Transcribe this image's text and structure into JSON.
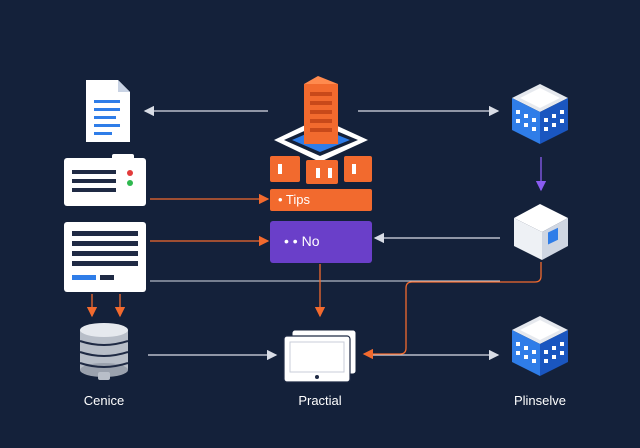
{
  "colors": {
    "background": "#14213a",
    "orange": "#f26a2e",
    "orange_dark": "#c8491a",
    "purple": "#6a3fc9",
    "purple_arrow": "#8a5cf0",
    "blue": "#2f7de8",
    "line": "#d9dde6",
    "white": "#ffffff"
  },
  "nodes": {
    "tips_bar": {
      "text": "• Tips"
    },
    "no_bar": {
      "text": "• • No"
    },
    "left_label": {
      "text": "Cenice"
    },
    "center_label": {
      "text": "Practial"
    },
    "right_label": {
      "text": "Plinselve"
    }
  },
  "icons": [
    "document-icon",
    "server-window-icon",
    "list-window-icon",
    "database-icon",
    "tower-icon",
    "blue-cube-icon",
    "white-cube-icon",
    "laptop-icon"
  ]
}
